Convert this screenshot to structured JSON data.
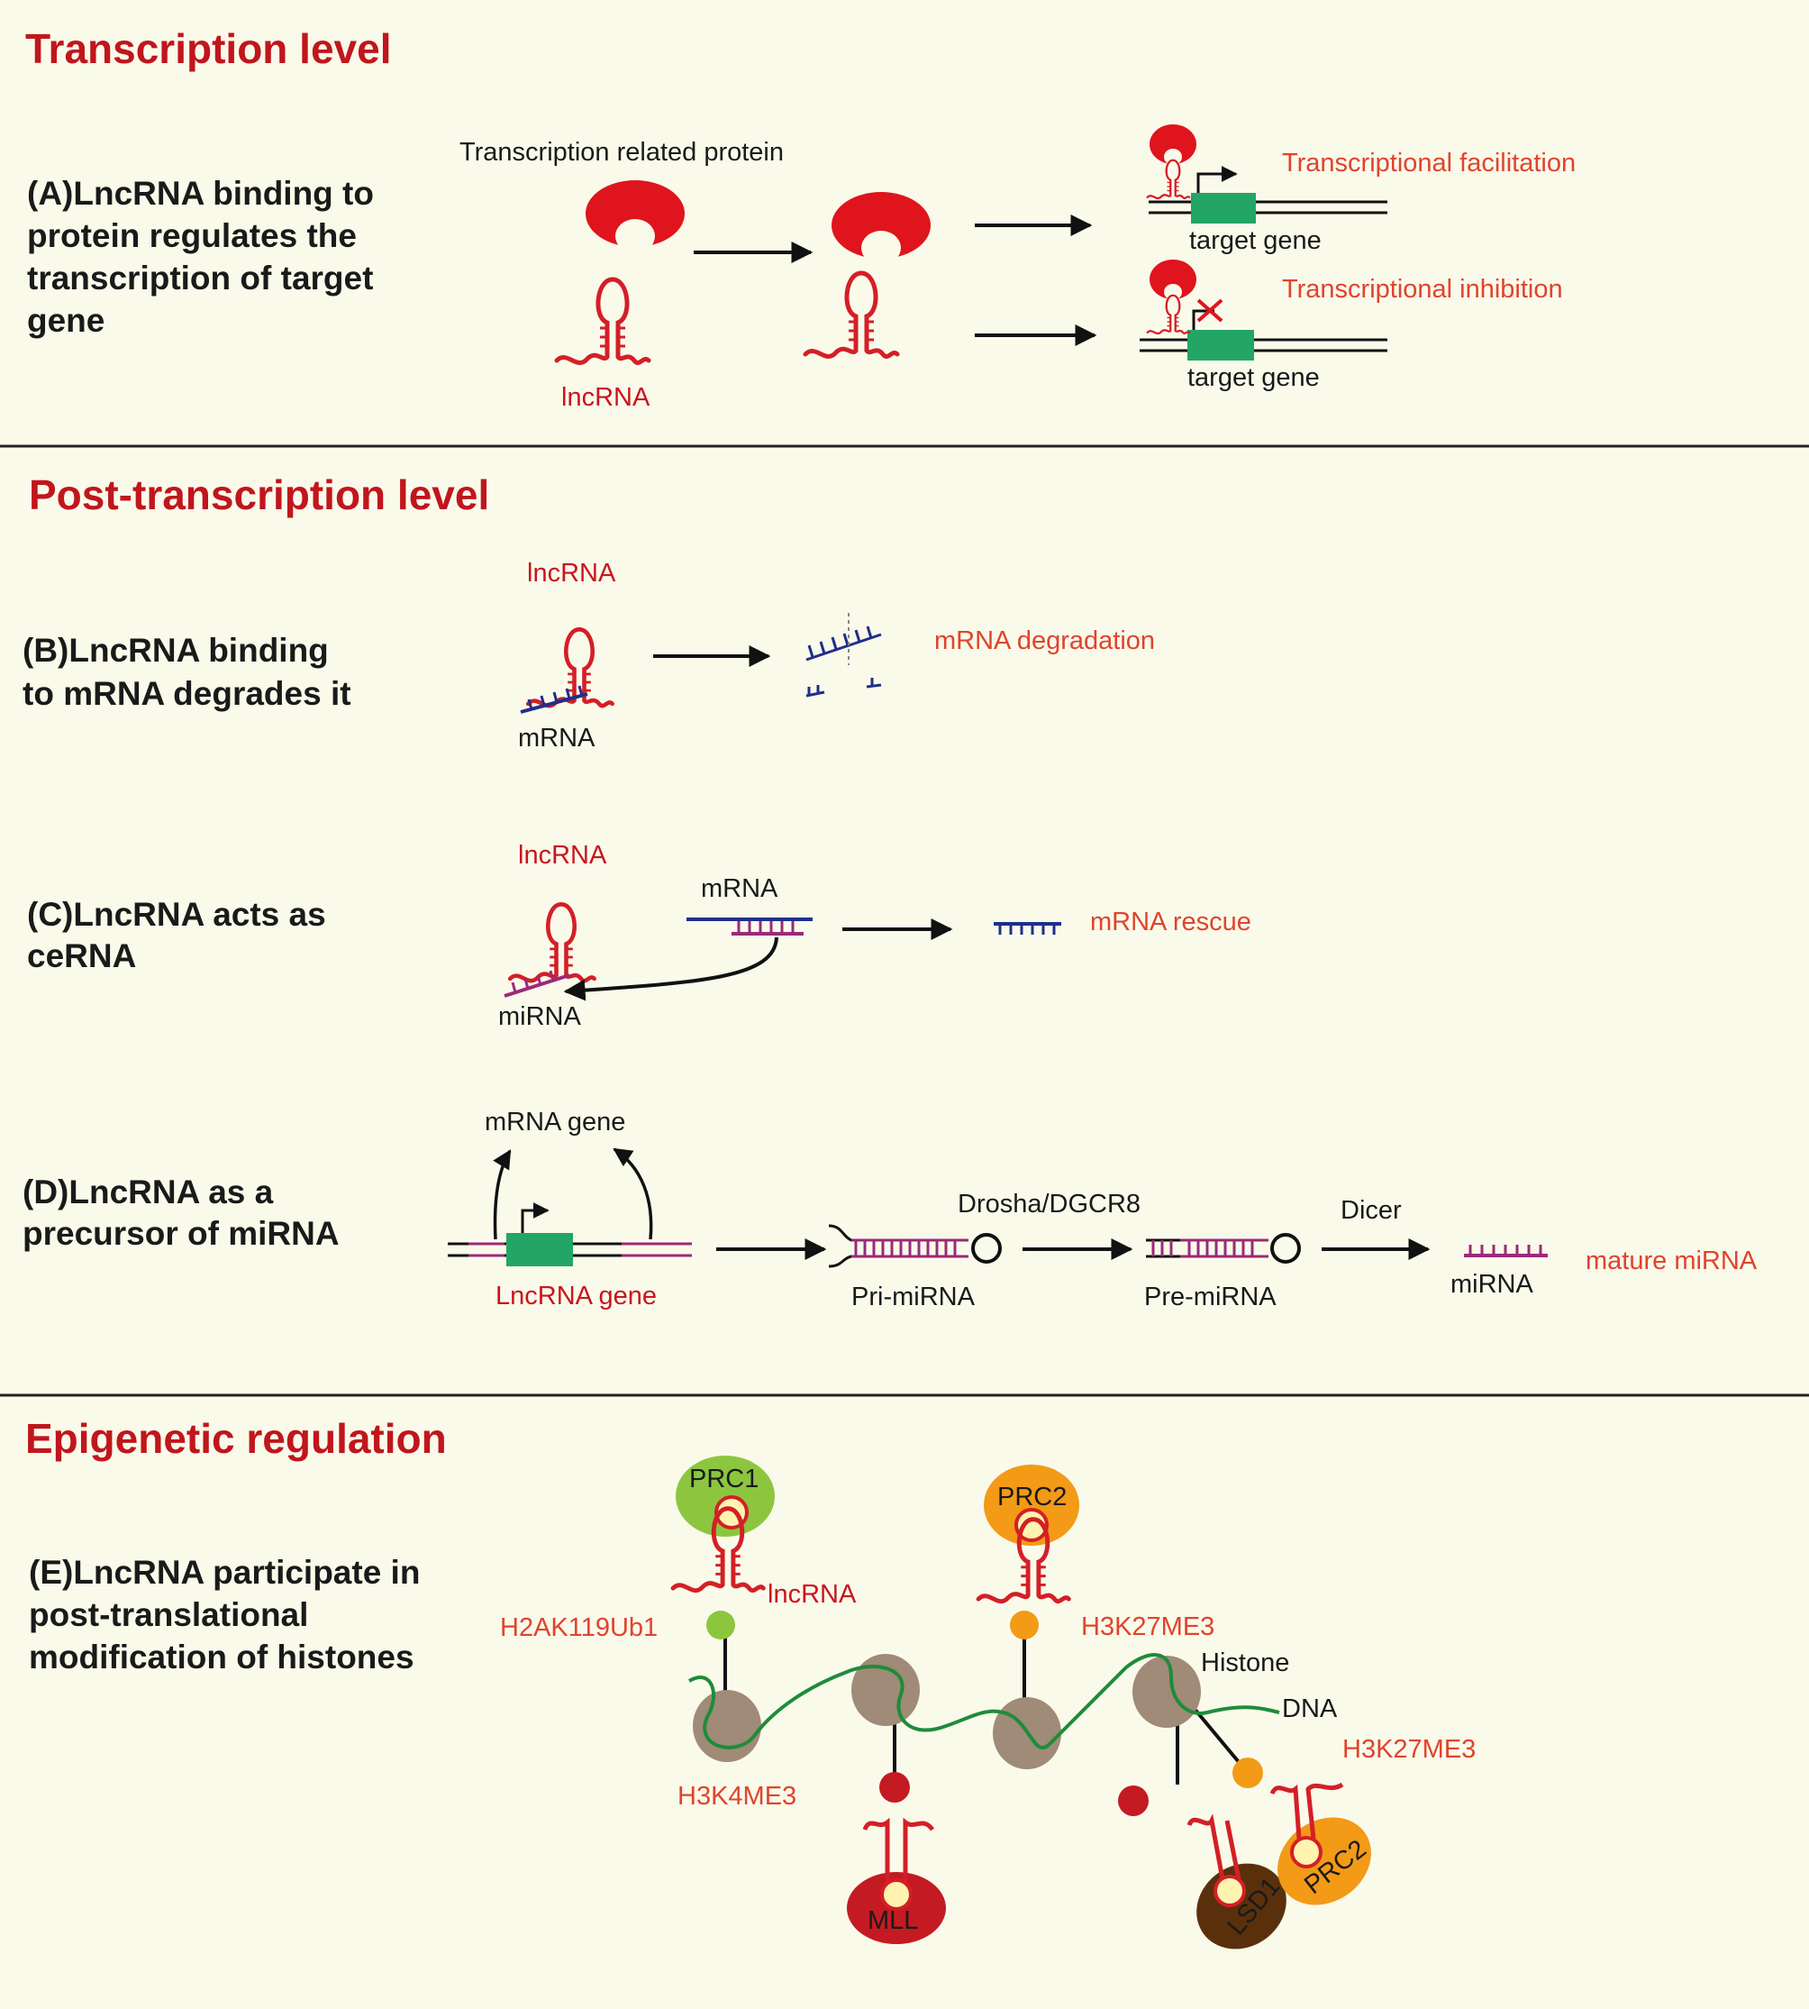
{
  "sections": {
    "transcription": "Transcription level",
    "post_transcription": "Post-transcription level",
    "epigenetic": "Epigenetic regulation"
  },
  "panel_a": {
    "desc": [
      "(A)LncRNA binding to",
      "protein regulates the",
      "transcription of target",
      "gene"
    ],
    "protein_label": "Transcription related protein",
    "lncrna_label": "lncRNA",
    "facilitation": "Transcriptional facilitation",
    "inhibition": "Transcriptional inhibition",
    "target_gene_1": "target gene",
    "target_gene_2": "target gene"
  },
  "panel_b": {
    "desc": [
      "(B)LncRNA binding",
      "to mRNA degrades it"
    ],
    "lncrna_label": "lncRNA",
    "mrna_label": "mRNA",
    "result": "mRNA degradation"
  },
  "panel_c": {
    "desc": [
      "(C)LncRNA acts as",
      "ceRNA"
    ],
    "lncrna_label": "lncRNA",
    "mrna_label": "mRNA",
    "mirna_label": "miRNA",
    "result": "mRNA rescue"
  },
  "panel_d": {
    "desc": [
      "(D)LncRNA as a",
      "precursor of miRNA"
    ],
    "mrna_gene": "mRNA gene",
    "lncrna_gene": "LncRNA gene",
    "pri": "Pri-miRNA",
    "drosha": "Drosha/DGCR8",
    "pre": "Pre-miRNA",
    "dicer": "Dicer",
    "mirna": "miRNA",
    "result": "mature miRNA"
  },
  "panel_e": {
    "desc": [
      "(E)LncRNA participate in",
      "post-translational",
      "modification of histones"
    ],
    "prc1": "PRC1",
    "prc2_top": "PRC2",
    "lncrna": "lncRNA",
    "h2ak": "H2AK119Ub1",
    "h3k27_top": "H3K27ME3",
    "histone": "Histone",
    "dna": "DNA",
    "h3k27_right": "H3K27ME3",
    "h3k4": "H3K4ME3",
    "mll": "MLL",
    "lsd1": "LSD1",
    "prc2_bottom": "PRC2"
  },
  "colors": {
    "heading": "#c0161c",
    "lncrna": "#d41f26",
    "gene_box": "#23a565",
    "mrna": "#1f2f8a",
    "mirna": "#9b2a78",
    "histone": "#a08a78",
    "dna": "#1e8c3a",
    "prc1": "#8cc63f",
    "prc2": "#f39a17",
    "mll": "#c41a22",
    "lsd1": "#5a300c"
  }
}
